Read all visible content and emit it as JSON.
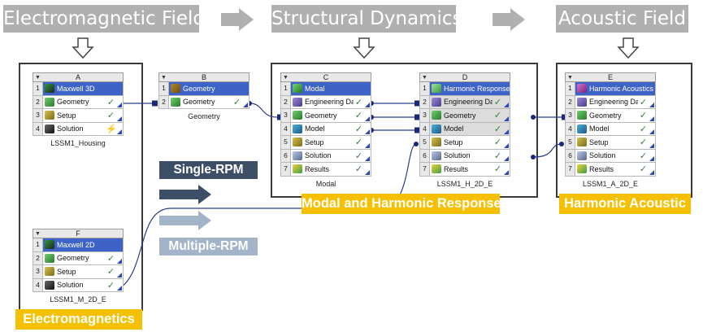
{
  "headers": [
    "Electromagnetic Field",
    "Structural Dynamics",
    "Acoustic Field"
  ],
  "tags": {
    "electromagnetics": "Electromagnetics",
    "modal_harmonic": "Modal and Harmonic Response",
    "harmonic_acoustic": "Harmonic Acoustic"
  },
  "legend": {
    "single": "Single-RPM",
    "multiple": "Multiple-RPM"
  },
  "colors": {
    "banner": "#b0b0b0",
    "tag": "#f5c000",
    "single": "#3d4f66",
    "multiple": "#a3b3c8",
    "link": "#2b3d8f"
  },
  "systems": {
    "A": {
      "letter": "A",
      "caption": "LSSM1_Housing",
      "rows": [
        {
          "num": "1",
          "label": "Maxwell 3D",
          "icon": "maxwell-icon",
          "status": ""
        },
        {
          "num": "2",
          "label": "Geometry",
          "icon": "geometry-icon",
          "status": "✓"
        },
        {
          "num": "3",
          "label": "Setup",
          "icon": "setup-icon",
          "status": "✓"
        },
        {
          "num": "4",
          "label": "Solution",
          "icon": "solution-icon",
          "status": "⚡"
        }
      ]
    },
    "B": {
      "letter": "B",
      "caption": "Geometry",
      "rows": [
        {
          "num": "1",
          "label": "Geometry",
          "icon": "geometry-box-icon",
          "status": ""
        },
        {
          "num": "2",
          "label": "Geometry",
          "icon": "geometry-icon",
          "status": "✓"
        }
      ]
    },
    "C": {
      "letter": "C",
      "caption": "Modal",
      "rows": [
        {
          "num": "1",
          "label": "Modal",
          "icon": "modal-icon",
          "status": ""
        },
        {
          "num": "2",
          "label": "Engineering Data",
          "icon": "engineering-data-icon",
          "status": "✓"
        },
        {
          "num": "3",
          "label": "Geometry",
          "icon": "geometry-icon",
          "status": "✓"
        },
        {
          "num": "4",
          "label": "Model",
          "icon": "model-icon",
          "status": "✓"
        },
        {
          "num": "5",
          "label": "Setup",
          "icon": "setup-icon",
          "status": "✓"
        },
        {
          "num": "6",
          "label": "Solution",
          "icon": "solution-icon",
          "status": "✓"
        },
        {
          "num": "7",
          "label": "Results",
          "icon": "results-icon",
          "status": "✓"
        }
      ]
    },
    "D": {
      "letter": "D",
      "caption": "LSSM1_H_2D_E",
      "rows": [
        {
          "num": "1",
          "label": "Harmonic Response",
          "icon": "harmonic-response-icon",
          "status": ""
        },
        {
          "num": "2",
          "label": "Engineering Data",
          "icon": "engineering-data-icon",
          "status": "✓"
        },
        {
          "num": "3",
          "label": "Geometry",
          "icon": "geometry-icon",
          "status": "✓"
        },
        {
          "num": "4",
          "label": "Model",
          "icon": "model-icon",
          "status": "✓"
        },
        {
          "num": "5",
          "label": "Setup",
          "icon": "setup-icon",
          "status": "✓"
        },
        {
          "num": "6",
          "label": "Solution",
          "icon": "solution-icon",
          "status": "✓"
        },
        {
          "num": "7",
          "label": "Results",
          "icon": "results-icon",
          "status": "✓"
        }
      ]
    },
    "E": {
      "letter": "E",
      "caption": "LSSM1_A_2D_E",
      "rows": [
        {
          "num": "1",
          "label": "Harmonic Acoustics",
          "icon": "harmonic-acoustics-icon",
          "status": ""
        },
        {
          "num": "2",
          "label": "Engineering Data",
          "icon": "engineering-data-icon",
          "status": "✓"
        },
        {
          "num": "3",
          "label": "Geometry",
          "icon": "geometry-icon",
          "status": "✓"
        },
        {
          "num": "4",
          "label": "Model",
          "icon": "model-icon",
          "status": "✓"
        },
        {
          "num": "5",
          "label": "Setup",
          "icon": "setup-icon",
          "status": "✓"
        },
        {
          "num": "6",
          "label": "Solution",
          "icon": "solution-icon",
          "status": "✓"
        },
        {
          "num": "7",
          "label": "Results",
          "icon": "results-icon",
          "status": "✓"
        }
      ]
    },
    "F": {
      "letter": "F",
      "caption": "LSSM1_M_2D_E",
      "rows": [
        {
          "num": "1",
          "label": "Maxwell 2D",
          "icon": "maxwell-icon",
          "status": ""
        },
        {
          "num": "2",
          "label": "Geometry",
          "icon": "geometry-icon",
          "status": "✓"
        },
        {
          "num": "3",
          "label": "Setup",
          "icon": "setup-icon",
          "status": "✓"
        },
        {
          "num": "4",
          "label": "Solution",
          "icon": "solution-icon",
          "status": "✓"
        }
      ]
    }
  }
}
